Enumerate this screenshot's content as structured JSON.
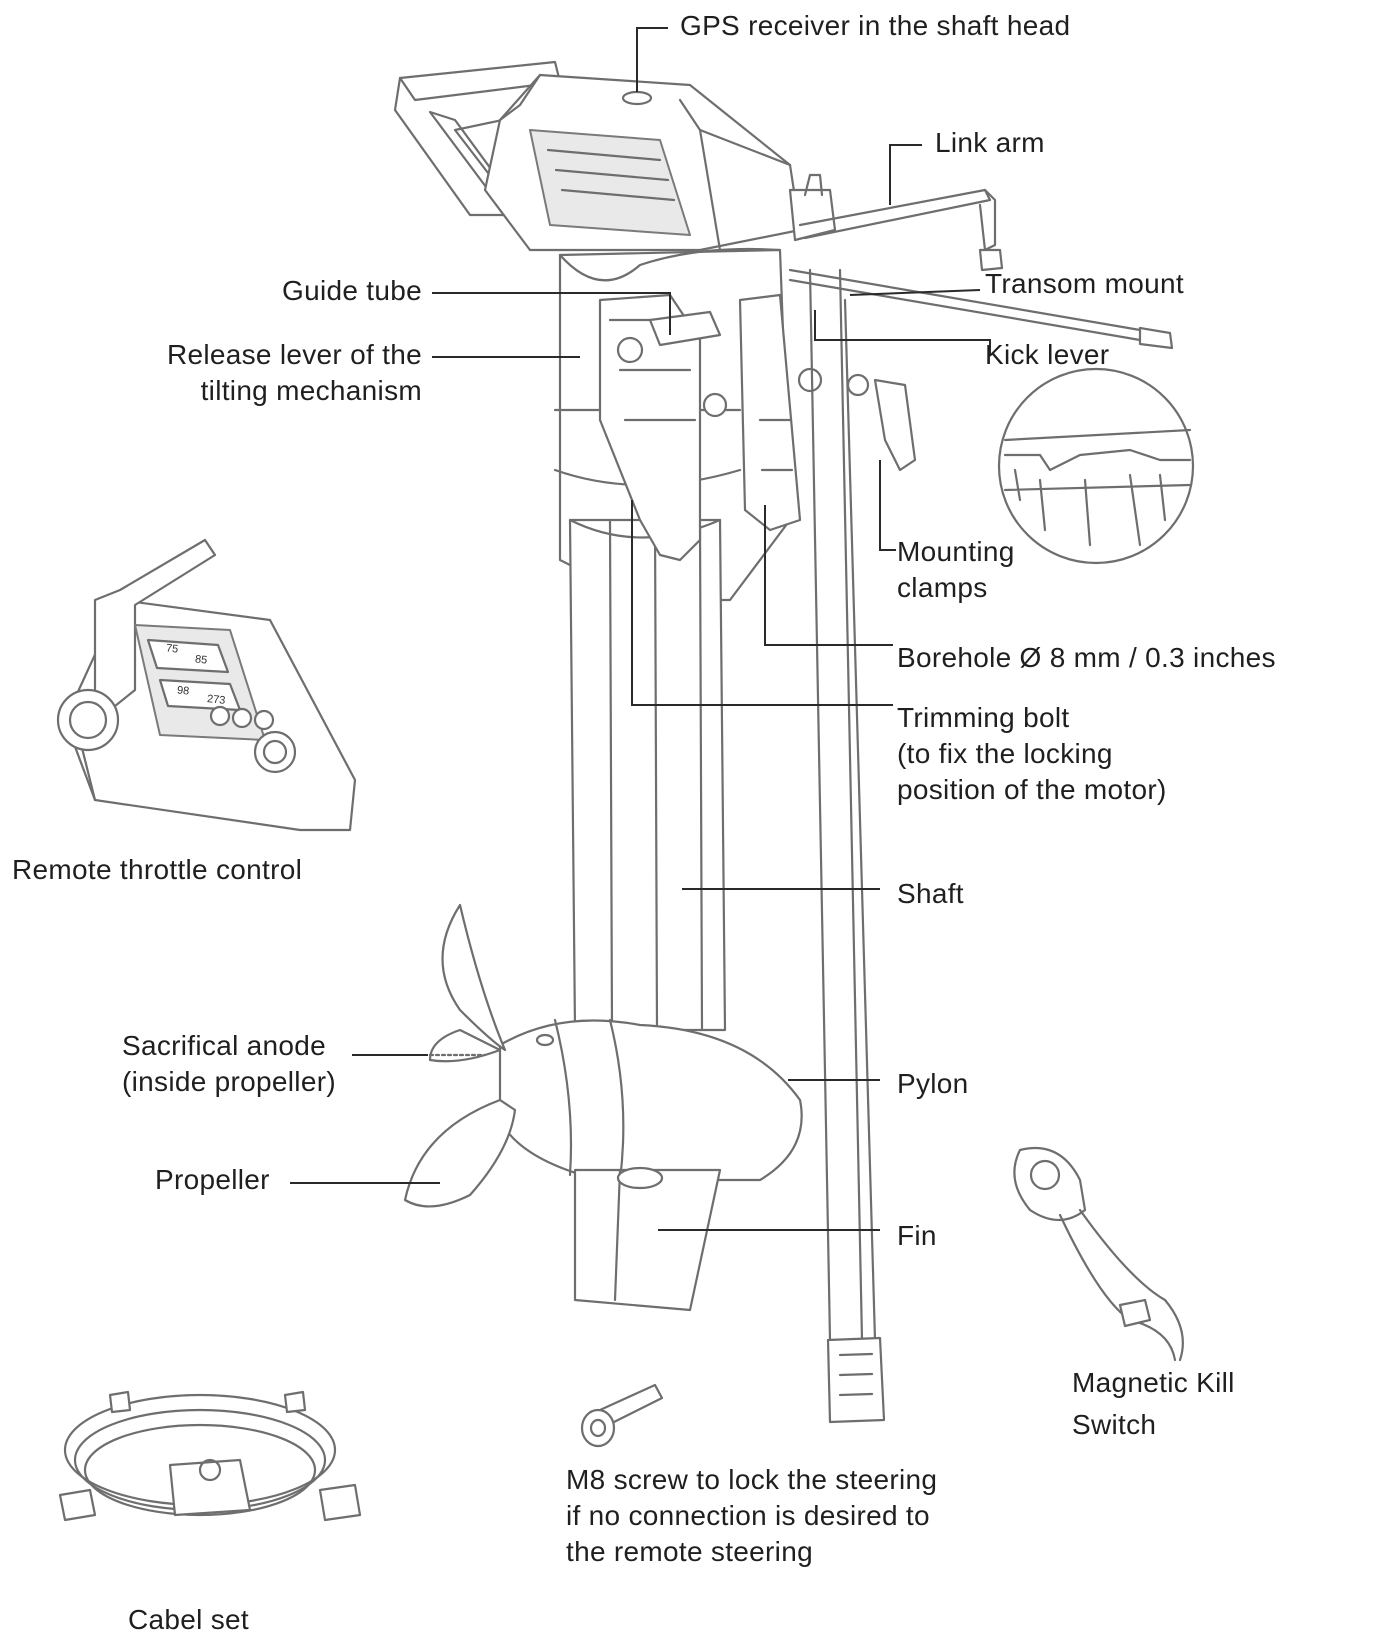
{
  "labels": {
    "gps": "GPS receiver in the shaft head",
    "link_arm": "Link arm",
    "transom_mount": "Transom mount",
    "guide_tube": "Guide tube",
    "release_lever_1": "Release lever of the",
    "release_lever_2": "tilting mechanism",
    "kick_lever": "Kick lever",
    "mounting_clamps_1": "Mounting",
    "mounting_clamps_2": "clamps",
    "borehole": "Borehole Ø 8 mm / 0.3 inches",
    "trimming_bolt_1": "Trimming bolt",
    "trimming_bolt_2": "(to fix the locking",
    "trimming_bolt_3": "position of the motor)",
    "remote_throttle": "Remote throttle control",
    "shaft": "Shaft",
    "sacrificial_anode_1": "Sacrifical anode",
    "sacrificial_anode_2": "(inside propeller)",
    "pylon": "Pylon",
    "propeller": "Propeller",
    "fin": "Fin",
    "kill_switch_1": "Magnetic Kill",
    "kill_switch_2": "Switch",
    "m8_screw_1": "M8 screw to lock the steering",
    "m8_screw_2": "if no connection is desired to",
    "m8_screw_3": "the remote steering",
    "cable_set": "Cabel set"
  },
  "throttle_display": {
    "row1": "75",
    "row2": "98",
    "row3": "85",
    "row4": "273"
  }
}
